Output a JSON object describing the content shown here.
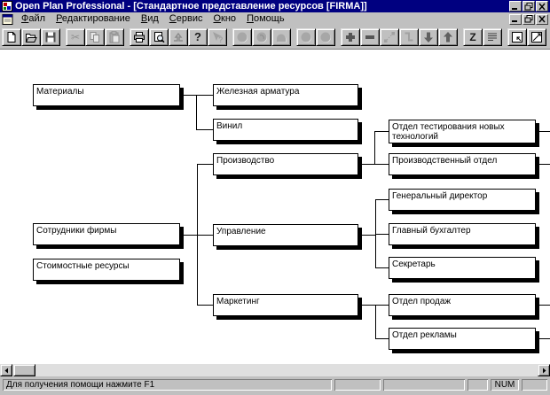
{
  "window": {
    "title": "Open Plan Professional - [Стандартное представление ресурсов [FIRMA]]"
  },
  "menu": {
    "items": [
      {
        "name": "file",
        "label": "Файл"
      },
      {
        "name": "edit",
        "label": "Редактирование"
      },
      {
        "name": "view",
        "label": "Вид"
      },
      {
        "name": "service",
        "label": "Сервис"
      },
      {
        "name": "window",
        "label": "Окно"
      },
      {
        "name": "help",
        "label": "Помощь"
      }
    ]
  },
  "toolbar": {
    "groups": [
      [
        {
          "icon": "new-file",
          "disabled": false
        },
        {
          "icon": "open-file",
          "disabled": false
        },
        {
          "icon": "save-file",
          "disabled": false
        }
      ],
      [
        {
          "icon": "cut",
          "disabled": true
        },
        {
          "icon": "copy",
          "disabled": true
        },
        {
          "icon": "paste",
          "disabled": true
        }
      ],
      [
        {
          "icon": "print",
          "disabled": false
        },
        {
          "icon": "print-preview",
          "disabled": false
        },
        {
          "icon": "update-data",
          "disabled": true
        },
        {
          "icon": "help",
          "disabled": false
        },
        {
          "icon": "context-help",
          "disabled": true
        }
      ],
      [
        {
          "icon": "resource-node",
          "disabled": true
        },
        {
          "icon": "resource-node-detail",
          "disabled": true
        },
        {
          "icon": "resource-dome",
          "disabled": true
        }
      ],
      [
        {
          "icon": "node-filled",
          "disabled": true
        },
        {
          "icon": "node-outline",
          "disabled": true
        }
      ],
      [
        {
          "icon": "add-node",
          "disabled": false
        },
        {
          "icon": "remove-node",
          "disabled": false
        },
        {
          "icon": "link-diagonal",
          "disabled": true
        },
        {
          "icon": "link-step",
          "disabled": true
        },
        {
          "icon": "move-down",
          "disabled": false
        },
        {
          "icon": "move-up",
          "disabled": false
        }
      ],
      [
        {
          "icon": "zoom-z",
          "disabled": false
        },
        {
          "icon": "zoom-lines",
          "disabled": false
        }
      ],
      [
        {
          "icon": "window-normalize",
          "disabled": false
        },
        {
          "icon": "window-maximize",
          "disabled": false
        }
      ]
    ]
  },
  "org_chart": {
    "type": "tree",
    "roots": [
      {
        "id": "materialy",
        "label": "Материалы",
        "children": [
          {
            "id": "zheleznaya-armatura",
            "label": "Железная арматура"
          },
          {
            "id": "vinil",
            "label": "Винил"
          }
        ]
      },
      {
        "id": "sotrudniki-firmy",
        "label": "Сотрудники фирмы",
        "children": [
          {
            "id": "proizvodstvo",
            "label": "Производство",
            "children": [
              {
                "id": "otdel-testirovaniya",
                "label": "Отдел тестирования новых технологий",
                "has_offscreen_children": true
              },
              {
                "id": "proizvodstvennyj-otdel",
                "label": "Производственный отдел",
                "has_offscreen_children": true
              }
            ]
          },
          {
            "id": "upravlenie",
            "label": "Управление",
            "children": [
              {
                "id": "generalnyj-direktor",
                "label": "Генеральный директор"
              },
              {
                "id": "glavnyj-buhgalter",
                "label": "Главный бухгалтер"
              },
              {
                "id": "sekretar",
                "label": "Секретарь"
              }
            ]
          },
          {
            "id": "marketing",
            "label": "Маркетинг",
            "children": [
              {
                "id": "otdel-prodazh",
                "label": "Отдел продаж",
                "has_offscreen_children": true
              },
              {
                "id": "otdel-reklamy",
                "label": "Отдел рекламы",
                "has_offscreen_children": true
              }
            ]
          }
        ]
      },
      {
        "id": "stoimostnye-resursy",
        "label": "Стоимостные ресурсы"
      }
    ]
  },
  "status_bar": {
    "message": "Для получения помощи нажмите F1",
    "num_lock": "NUM"
  },
  "colors": {
    "title_bar": "#000080",
    "chrome": "#c0c0c0",
    "canvas": "#ffffff",
    "node_border": "#000000",
    "node_shadow": "#000000"
  }
}
